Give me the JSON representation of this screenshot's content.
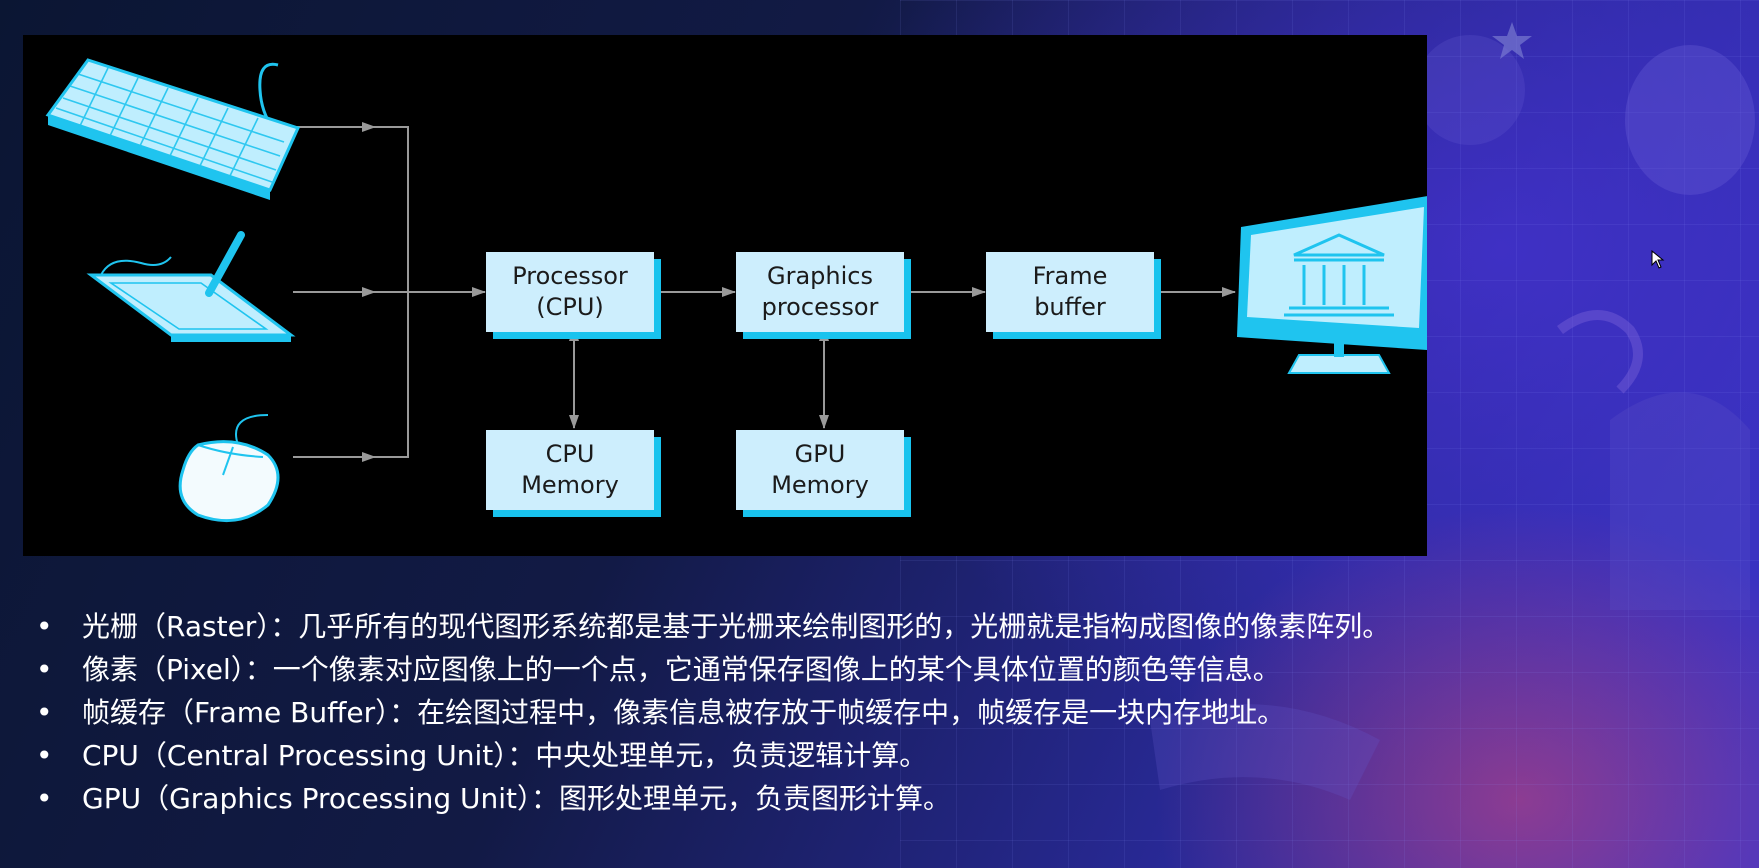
{
  "diagram": {
    "blocks": {
      "cpu": [
        "Processor",
        "(CPU)"
      ],
      "gpu": [
        "Graphics",
        "processor"
      ],
      "framebuffer": [
        "Frame",
        "buffer"
      ],
      "cpu_memory": [
        "CPU",
        "Memory"
      ],
      "gpu_memory": [
        "GPU",
        "Memory"
      ]
    },
    "colors": {
      "block_fill": "#cdeefd",
      "block_shadow": "#19c3ee",
      "arrow": "#9a9a9a",
      "device_fill": "#bfeefe",
      "device_stroke": "#1fc4ef"
    }
  },
  "bullets": [
    {
      "marker": "•",
      "text": "光栅（Raster）：几乎所有的现代图形系统都是基于光栅来绘制图形的，光栅就是指构成图像的像素阵列。"
    },
    {
      "marker": "•",
      "text": "像素（Pixel）：一个像素对应图像上的一个点，它通常保存图像上的某个具体位置的颜色等信息。"
    },
    {
      "marker": "•",
      "text": "帧缓存（Frame Buffer）：在绘图过程中，像素信息被存放于帧缓存中，帧缓存是一块内存地址。"
    },
    {
      "marker": "•",
      "text": "CPU（Central Processing Unit）：中央处理单元，负责逻辑计算。"
    },
    {
      "marker": "•",
      "text": "GPU（Graphics Processing Unit）：图形处理单元，负责图形计算。"
    }
  ]
}
